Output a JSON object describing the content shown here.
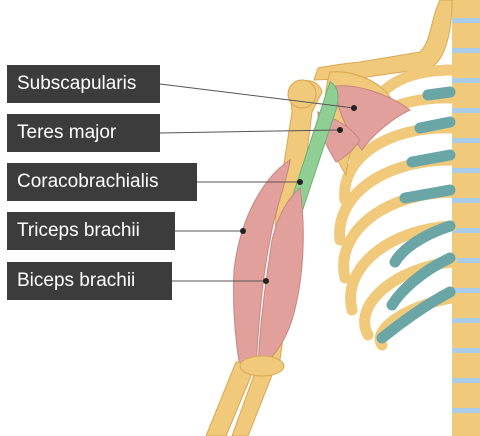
{
  "labels": [
    {
      "id": "subscapularis",
      "text": "Subscapularis"
    },
    {
      "id": "teres-major",
      "text": "Teres major"
    },
    {
      "id": "coracobrachialis",
      "text": "Coracobrachialis"
    },
    {
      "id": "triceps-brachii",
      "text": "Triceps brachii"
    },
    {
      "id": "biceps-brachii",
      "text": "Biceps brachii"
    }
  ],
  "colors": {
    "label_bg": "#3c3c3c",
    "label_text": "#ffffff",
    "bone": "#f0c97a",
    "bone_outline": "#d9a752",
    "muscle": "#e1a09b",
    "highlight_muscle": "#8fcf94",
    "cartilage": "#6aa6a6",
    "spine_disc": "#a9cde8",
    "leader_line": "#555555"
  }
}
